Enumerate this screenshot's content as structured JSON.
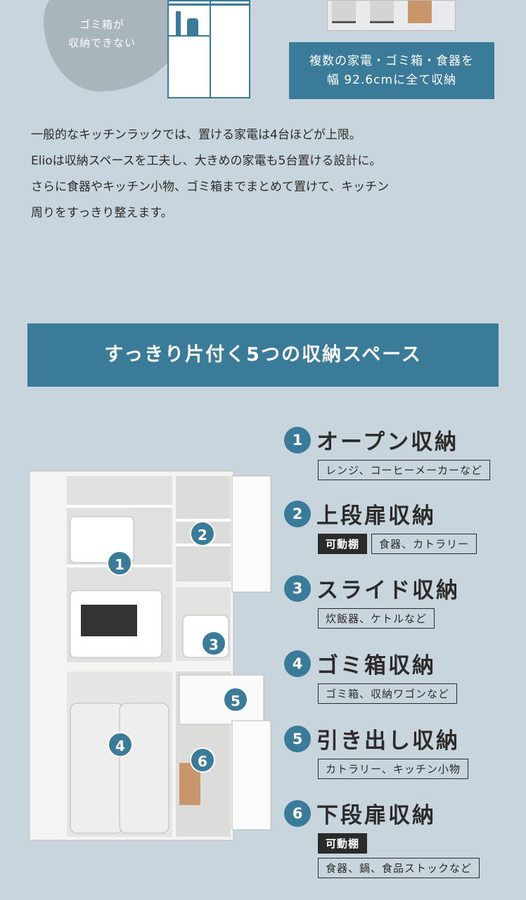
{
  "top": {
    "blob_text": [
      "ゴミ箱が",
      "収納できない"
    ],
    "banner": [
      "複数の家電・ゴミ箱・食器を",
      "幅 92.6cmに全て収納"
    ]
  },
  "description": [
    "一般的なキッチンラックでは、置ける家電は4台ほどが上限。",
    "Elioは収納スペースを工夫し、大きめの家電も5台置ける設計に。",
    "さらに食器やキッチン小物、ゴミ箱までまとめて置けて、キッチン",
    "周りをすっきり整えます。"
  ],
  "section_title": "すっきり片付く5つの収納スペース",
  "items": [
    {
      "num": "1",
      "title": "オープン収納",
      "tags": [
        "レンジ、コーヒーメーカーなど"
      ]
    },
    {
      "num": "2",
      "title": "上段扉収納",
      "badge": "可動棚",
      "tags": [
        "食器、カトラリー"
      ]
    },
    {
      "num": "3",
      "title": "スライド収納",
      "tags": [
        "炊飯器、ケトルなど"
      ]
    },
    {
      "num": "4",
      "title": "ゴミ箱収納",
      "tags": [
        "ゴミ箱、収納ワゴンなど"
      ]
    },
    {
      "num": "5",
      "title": "引き出し収納",
      "tags": [
        "カトラリー、キッチン小物"
      ]
    },
    {
      "num": "6",
      "title": "下段扉収納",
      "badge": "可動棚",
      "tags": [
        "食器、鍋、食品ストックなど"
      ]
    }
  ],
  "colors": {
    "accent": "#3a7b99",
    "bg": "#c9d5dc"
  }
}
